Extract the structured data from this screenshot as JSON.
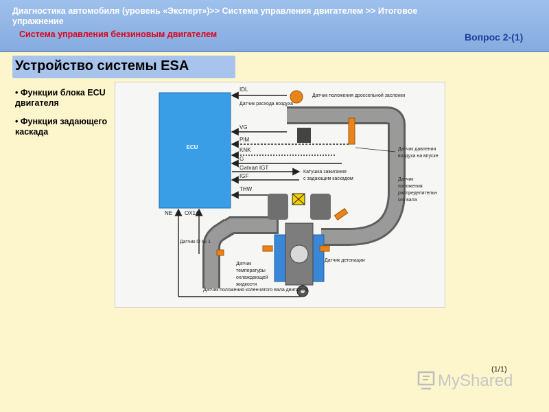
{
  "header": {
    "breadcrumb": "Диагностика автомобиля (уровень «Эксперт»)>> Система управления двигателем >> Итоговое упражнение",
    "subtitle": "Система управления бензиновым двигателем",
    "question": "Вопрос 2-(1)"
  },
  "title": "Устройство системы ESA",
  "left_items": [
    "• Функции блока ECU двигателя",
    "• Функция задающего каскада"
  ],
  "diagram": {
    "ecu_label": "ECU",
    "signals": [
      "IDL",
      "VG",
      "PIM",
      "KNK",
      "G",
      "Сигнал IGT",
      "IGF",
      "THW"
    ],
    "bottom_signals": [
      "NE",
      "OX1A"
    ],
    "labels": {
      "throttle_sensor": "Датчик положения дроссельной заслонки",
      "airflow_sensor": "Датчик расхода воздуха",
      "intake_pressure_sensor": "Датчик давления воздуха на впуске",
      "ignition_coil": "Катушка зажигания с задающим каскадом",
      "camshaft_sensor": "Датчик положения распределительн ого вала",
      "oxygen_sensor": "Датчик O № 1",
      "coolant_temp_sensor": "Датчик температуры охлаждающей жидкости",
      "knock_sensor": "Датчик детонации",
      "crankshaft_sensor": "Датчик положения коленчатого вала двигателя"
    }
  },
  "page_counter": "(1/1)",
  "logo_text": "MyShared"
}
